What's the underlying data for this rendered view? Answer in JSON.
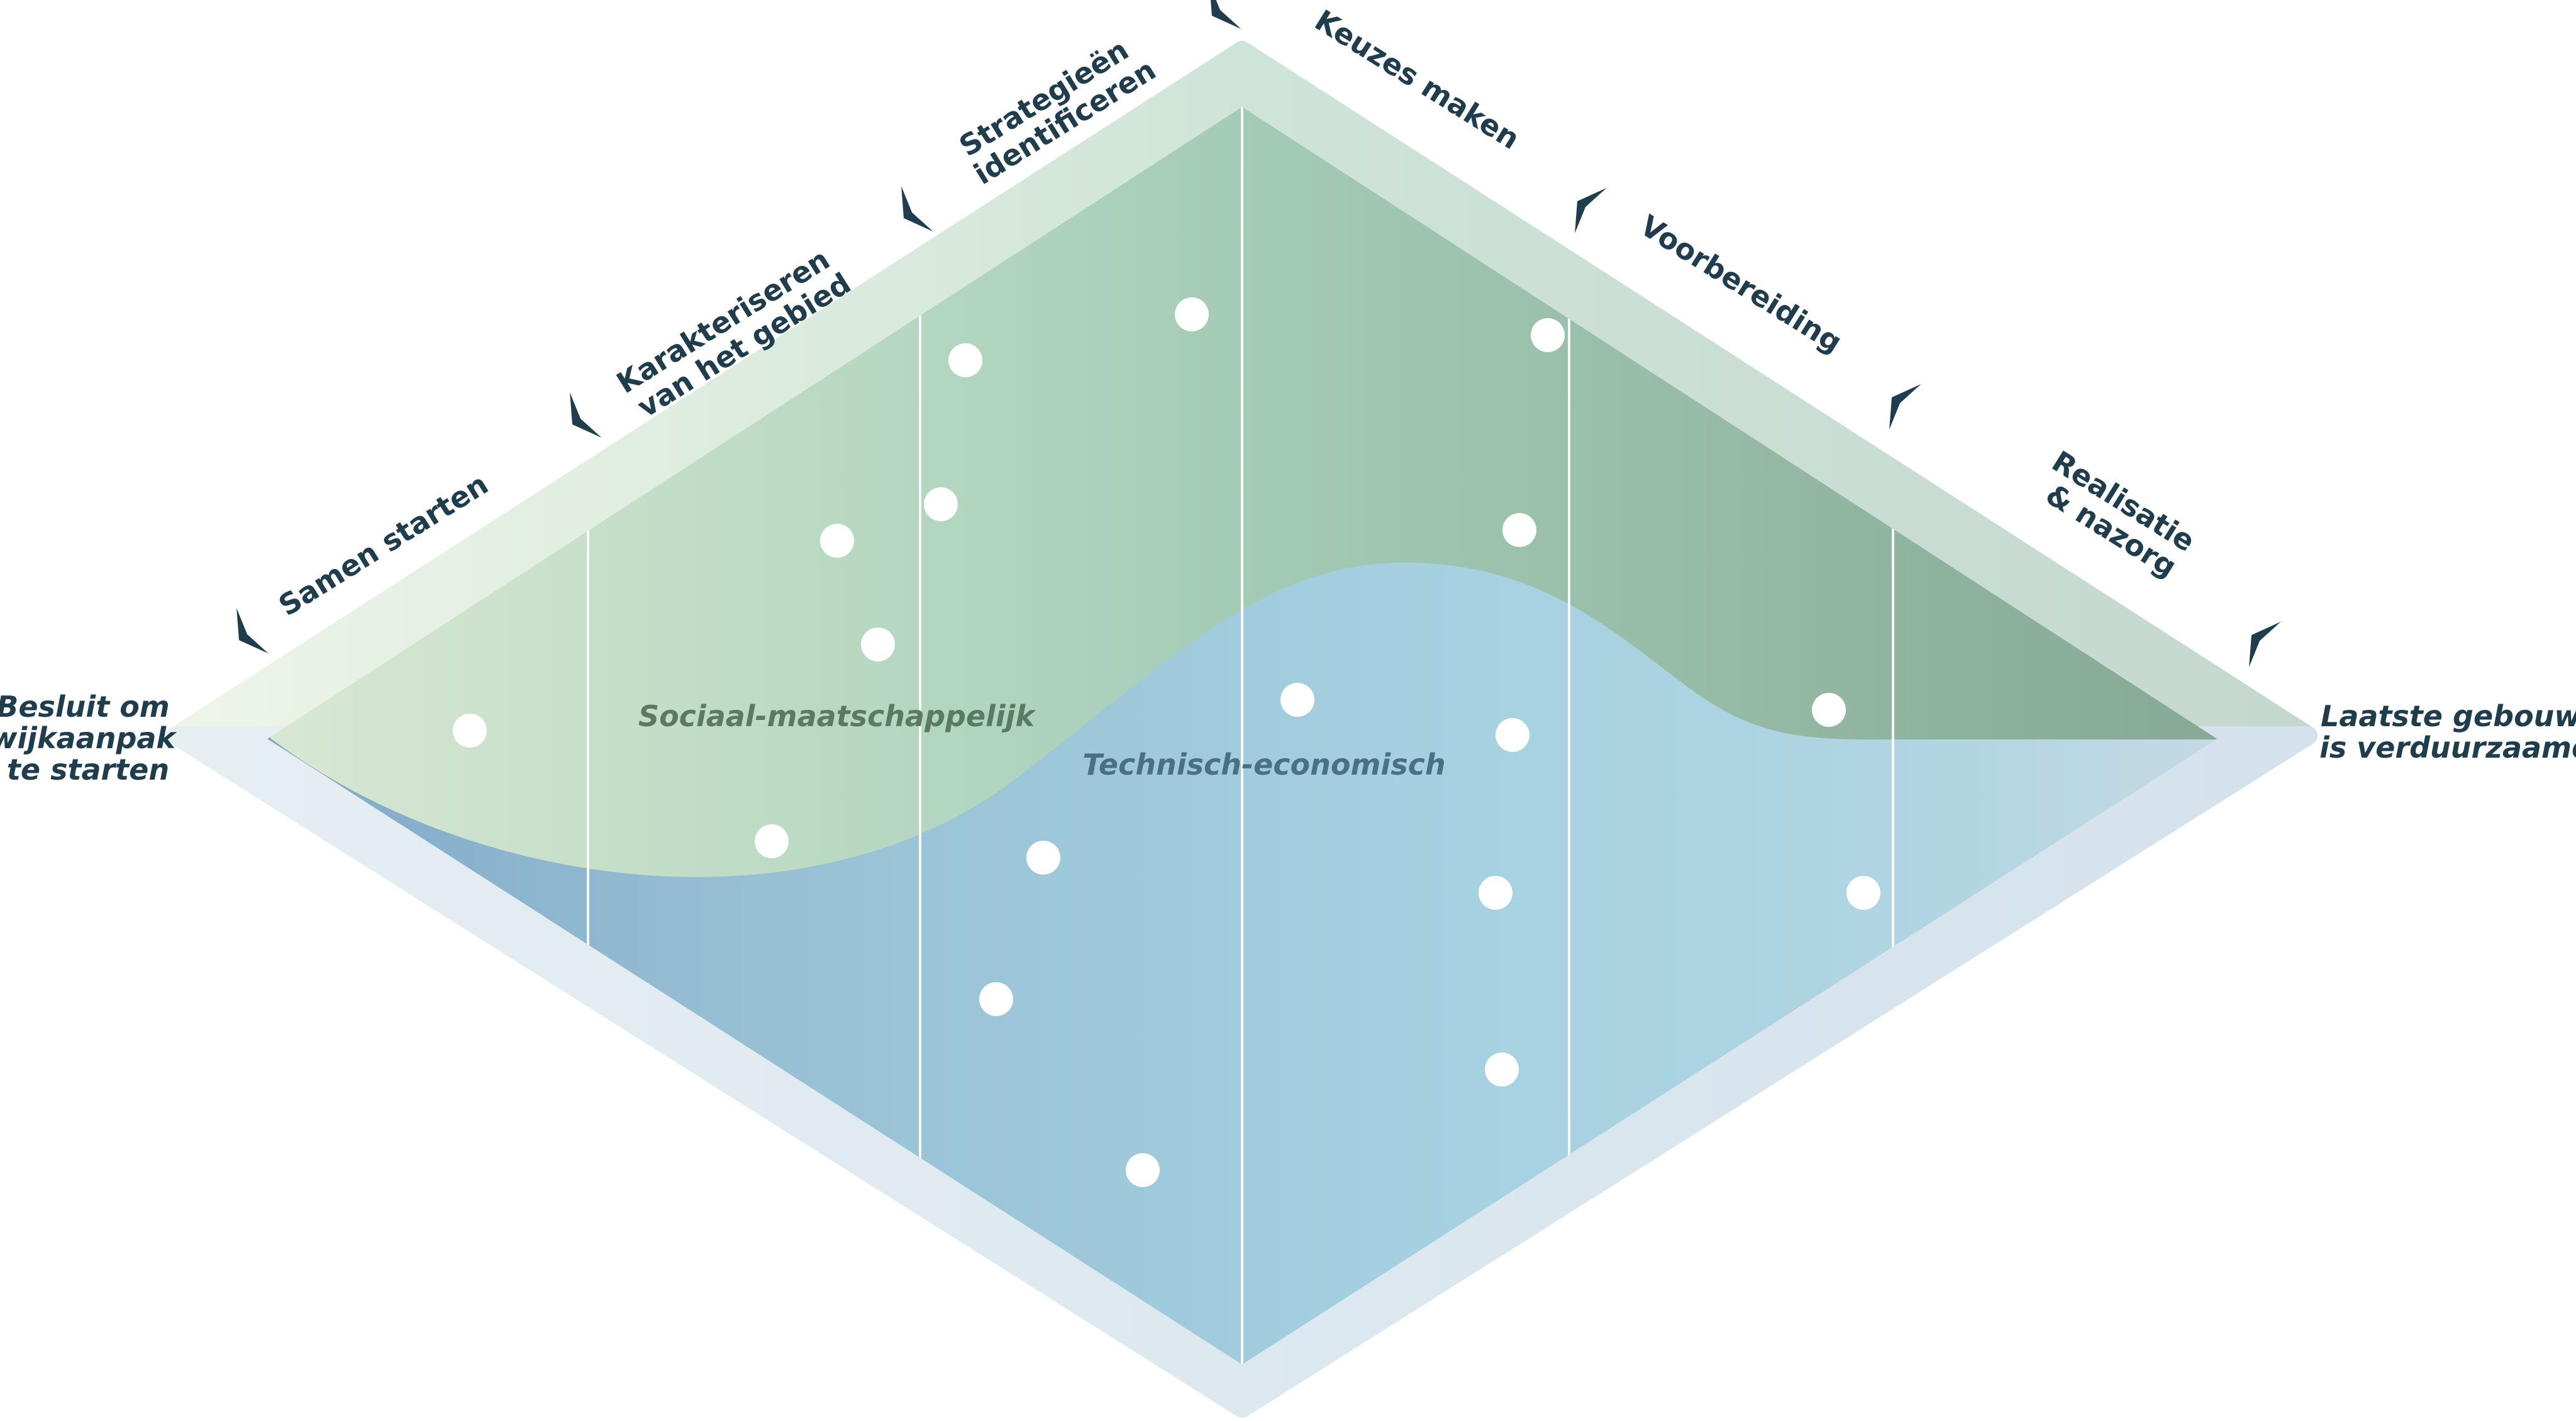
{
  "start_label": [
    "Besluit om",
    "wijkaanpak",
    "te starten"
  ],
  "end_label": [
    "Laatste gebouw",
    "is verduurzaamd"
  ],
  "phases": [
    {
      "lines": [
        "Samen starten"
      ]
    },
    {
      "lines": [
        "Karakteriseren",
        "van het gebied"
      ]
    },
    {
      "lines": [
        "Strategieën",
        "identificeren"
      ]
    },
    {
      "lines": [
        "Keuzes maken"
      ]
    },
    {
      "lines": [
        "Voorbereiding"
      ]
    },
    {
      "lines": [
        "Realisatie",
        "& nazorg"
      ]
    }
  ],
  "areas": {
    "social": "Sociaal-maatschappelijk",
    "technical": "Technisch-economisch"
  },
  "colors": {
    "text": "#1f3d4c",
    "social_light": "#d9e8d3",
    "social_dark": "#8aaa98",
    "technical": "#a3cfe0",
    "arrow": "#1f3d4c"
  }
}
